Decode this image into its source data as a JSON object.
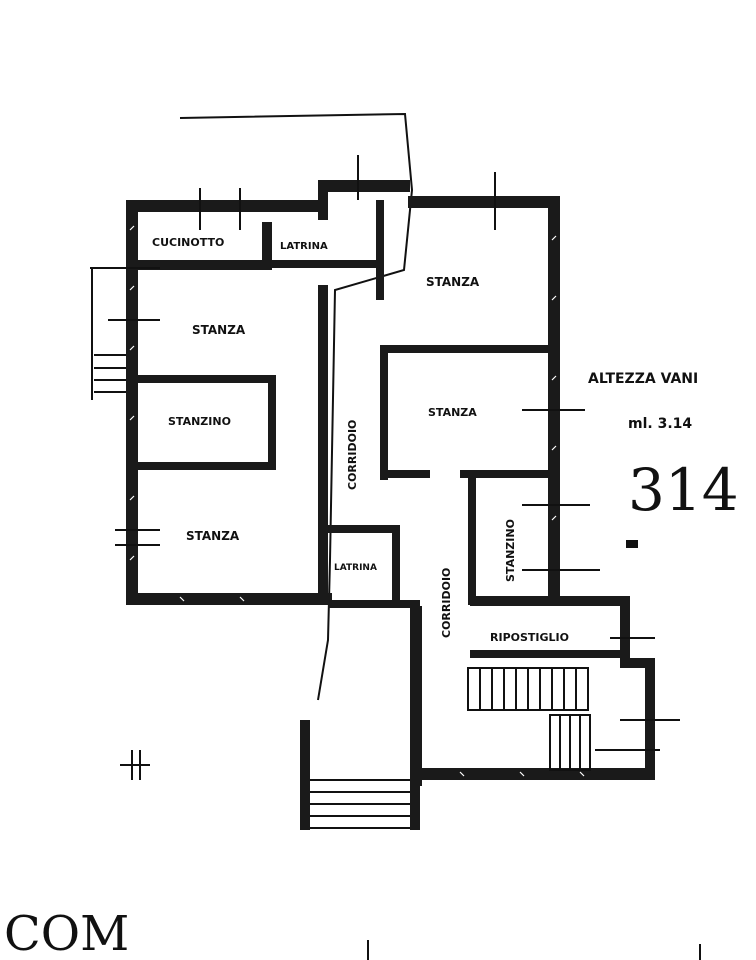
{
  "rooms": {
    "cucinotto": "CUCINOTTO",
    "latrina_top": "LATRINA",
    "stanza_nw": "STANZA",
    "stanzino_w": "STANZINO",
    "stanza_sw": "STANZA",
    "corridoio_center": "CORRIDOIO",
    "latrina_bottom": "LATRINA",
    "stanza_ne": "STANZA",
    "stanza_e": "STANZA",
    "corridoio_east": "CORRIDOIO",
    "stanzino_e": "STANZINO",
    "ripostiglio": "RIPOSTIGLIO"
  },
  "notes": {
    "height_label": "ALTEZZA VANI",
    "height_value": "ml. 3.14",
    "handwritten_number": "314",
    "handwritten_corner": "COM"
  }
}
